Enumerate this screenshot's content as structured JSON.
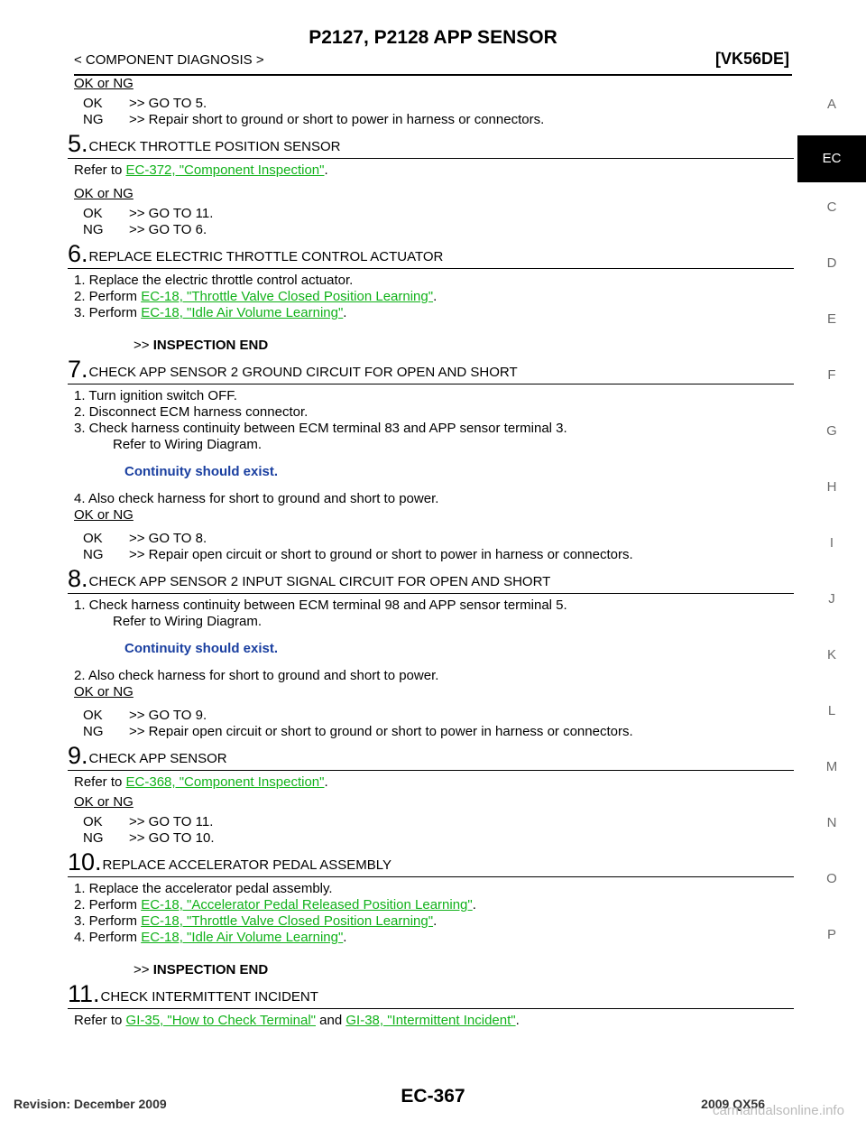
{
  "header": {
    "title": "P2127, P2128 APP SENSOR",
    "breadcrumb": "< COMPONENT DIAGNOSIS >",
    "model": "[VK56DE]"
  },
  "tabs": [
    "A",
    "EC",
    "C",
    "D",
    "E",
    "F",
    "G",
    "H",
    "I",
    "J",
    "K",
    "L",
    "M",
    "N",
    "O",
    "P"
  ],
  "active_tab": "EC",
  "intro": {
    "okng": "OK or NG",
    "ok_key": "OK",
    "ok_text": ">> GO TO 5.",
    "ng_key": "NG",
    "ng_text": ">> Repair short to ground or short to power in harness or connectors."
  },
  "steps": [
    {
      "num": "5.",
      "title": "CHECK THROTTLE POSITION SENSOR",
      "refer_prefix": "Refer to ",
      "refer_link": "EC-372, \"Component Inspection\"",
      "refer_suffix": ".",
      "okng": "OK or NG",
      "ok_key": "OK",
      "ok_text": ">> GO TO 11.",
      "ng_key": "NG",
      "ng_text": ">> GO TO 6."
    },
    {
      "num": "6.",
      "title": "REPLACE ELECTRIC THROTTLE CONTROL ACTUATOR",
      "line1": "1. Replace the electric throttle control actuator.",
      "line2_prefix": "2. Perform ",
      "line2_link": "EC-18, \"Throttle Valve Closed Position Learning\"",
      "line2_suffix": ".",
      "line3_prefix": "3. Perform ",
      "line3_link": "EC-18, \"Idle Air Volume Learning\"",
      "line3_suffix": ".",
      "end_prefix": ">> ",
      "end_text": "INSPECTION END"
    },
    {
      "num": "7.",
      "title": "CHECK APP SENSOR 2 GROUND CIRCUIT FOR OPEN AND SHORT",
      "line1": "1. Turn ignition switch OFF.",
      "line2": "2. Disconnect ECM harness connector.",
      "line3": "3. Check harness continuity between ECM terminal 83 and APP sensor terminal 3.",
      "line3b": "Refer to Wiring Diagram.",
      "note": "Continuity should exist.",
      "line4": "4. Also check harness for short to ground and short to power.",
      "okng": "OK or NG",
      "ok_key": "OK",
      "ok_text": ">> GO TO 8.",
      "ng_key": "NG",
      "ng_text": ">> Repair open circuit or short to ground or short to power in harness or connectors."
    },
    {
      "num": "8.",
      "title": "CHECK APP SENSOR 2 INPUT SIGNAL CIRCUIT FOR OPEN AND SHORT",
      "line1": "1. Check harness continuity between ECM terminal 98 and APP sensor terminal 5.",
      "line1b": "Refer to Wiring Diagram.",
      "note": "Continuity should exist.",
      "line2": "2. Also check harness for short to ground and short to power.",
      "okng": "OK or NG",
      "ok_key": "OK",
      "ok_text": ">> GO TO 9.",
      "ng_key": "NG",
      "ng_text": ">> Repair open circuit or short to ground or short to power in harness or connectors."
    },
    {
      "num": "9.",
      "title": "CHECK APP SENSOR",
      "refer_prefix": "Refer to ",
      "refer_link": "EC-368, \"Component Inspection\"",
      "refer_suffix": ".",
      "okng": "OK or NG",
      "ok_key": "OK",
      "ok_text": ">> GO TO 11.",
      "ng_key": "NG",
      "ng_text": ">> GO TO 10."
    },
    {
      "num": "10.",
      "title": "REPLACE ACCELERATOR PEDAL ASSEMBLY",
      "line1": "1. Replace the accelerator pedal assembly.",
      "line2_prefix": "2. Perform ",
      "line2_link": "EC-18, \"Accelerator Pedal Released Position Learning\"",
      "line2_suffix": ".",
      "line3_prefix": "3. Perform ",
      "line3_link": "EC-18, \"Throttle Valve Closed Position Learning\"",
      "line3_suffix": ".",
      "line4_prefix": "4. Perform ",
      "line4_link": "EC-18, \"Idle Air Volume Learning\"",
      "line4_suffix": ".",
      "end_prefix": ">> ",
      "end_text": "INSPECTION END"
    },
    {
      "num": "11.",
      "title": "CHECK INTERMITTENT INCIDENT",
      "refer_prefix": "Refer to ",
      "refer_link": "GI-35, \"How to Check Terminal\"",
      "refer_mid": " and ",
      "refer_link2": "GI-38, \"Intermittent Incident\"",
      "refer_suffix": "."
    }
  ],
  "footer": {
    "page_number": "EC-367",
    "revision": "Revision: December 2009",
    "model_year": "2009 QX56",
    "watermark": "carmanualsonline.info"
  }
}
